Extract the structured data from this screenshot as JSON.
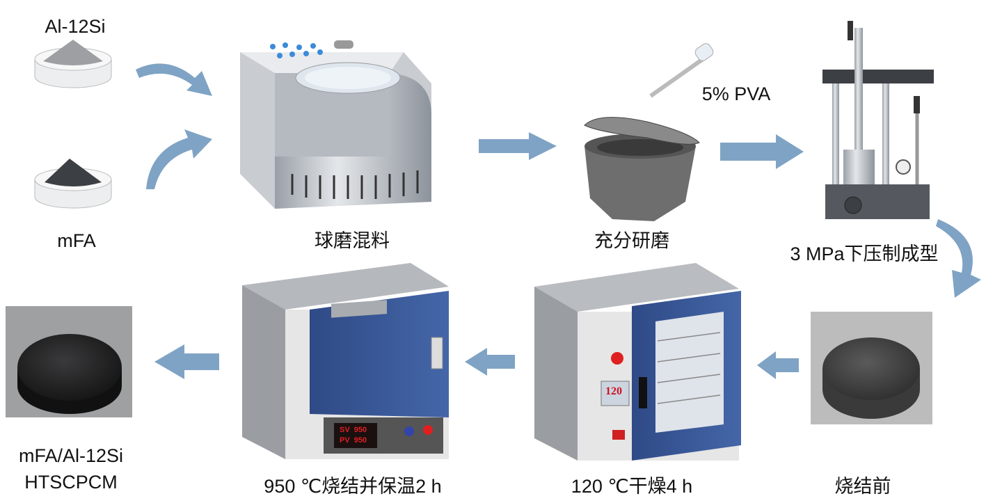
{
  "labels": {
    "al12si": "Al-12Si",
    "mfa": "mFA",
    "ball_mill": "球磨混料",
    "grind": "充分研磨",
    "pva": "5% PVA",
    "press": "3 MPa下压制成型",
    "before_sinter": "烧结前",
    "dry": "120 ℃干燥4 h",
    "sinter": "950 ℃烧结并保温2 h",
    "product_line1": "mFA/Al-12Si",
    "product_line2": "HTSCPCM"
  },
  "furnace_display": {
    "sv": "SV  950",
    "pv": "PV  950"
  },
  "oven_display": "120",
  "colors": {
    "arrow": "#7fa3c4",
    "door": "#3c5a9a",
    "display_red": "#e02020"
  }
}
